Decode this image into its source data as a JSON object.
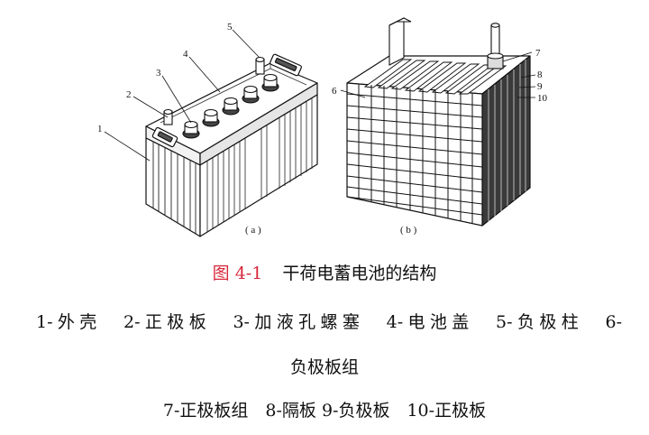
{
  "figure": {
    "callouts_a": [
      "1",
      "2",
      "3",
      "4",
      "5"
    ],
    "callouts_b": [
      "6",
      "7",
      "8",
      "9",
      "10"
    ],
    "sub_a": "( a )",
    "sub_b": "( b )"
  },
  "caption": {
    "fig_number": "图 4-1",
    "title": "干荷电蓄电池的结构",
    "fig_number_color": "#d8283c"
  },
  "legend": {
    "line1": "1-外壳　2-正极板　3-加液孔螺塞　4-电池盖　5-负极柱　6-",
    "line2": "负极板组",
    "line3": "7-正极板组　8-隔板 9-负极板　10-正极板"
  }
}
